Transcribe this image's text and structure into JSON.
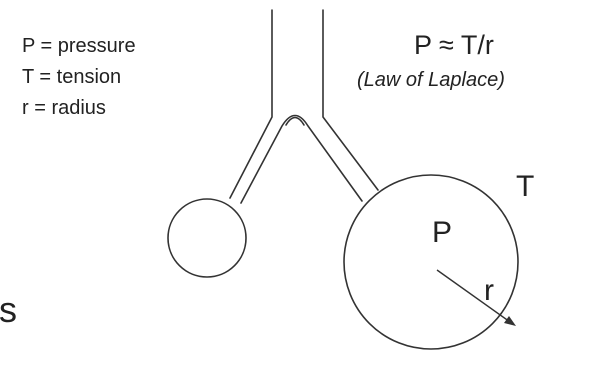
{
  "legend": {
    "pressure": "P = pressure",
    "tension": "T = tension",
    "radius": "r = radius"
  },
  "law": {
    "formula": "P ≈ T/r",
    "name": "(Law of Laplace)"
  },
  "labels": {
    "pressure": "P",
    "tension": "T",
    "radius": "r",
    "cutoff": "s"
  },
  "colors": {
    "stroke": "#333333",
    "text": "#222222",
    "background": "#ffffff"
  }
}
